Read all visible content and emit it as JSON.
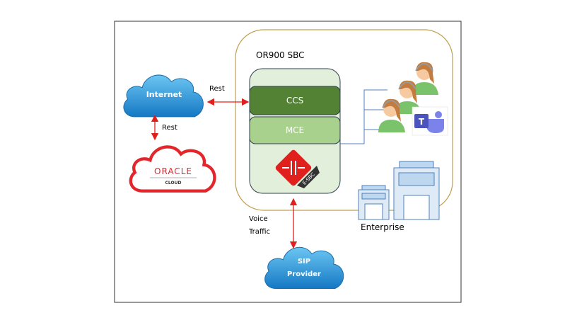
{
  "diagram": {
    "sbc_title": "OR900 SBC",
    "ccs_label": "CCS",
    "mce_label": "MCE",
    "esbc_logo_text": "E-SBC",
    "internet_label": "Internet",
    "oracle_logo_text": "ORACLE",
    "oracle_logo_sub": "CLOUD",
    "sip_label_line1": "SIP",
    "sip_label_line2": "Provider",
    "rest_label_horizontal": "Rest",
    "rest_label_vertical": "Rest",
    "voice_label_line1": "Voice",
    "voice_label_line2": "Traffic",
    "enterprise_label": "Enterprise",
    "teams_logo_text": "T"
  },
  "colors": {
    "ccs": "#548235",
    "mce": "#a9d18e",
    "sbc_bg": "#e2efda",
    "arrow": "#e0201c",
    "enterprise_border": "#bf9f4f",
    "cloud": "#2f93d6",
    "oracle_red": "#e3262b",
    "teams": "#5059c9"
  }
}
